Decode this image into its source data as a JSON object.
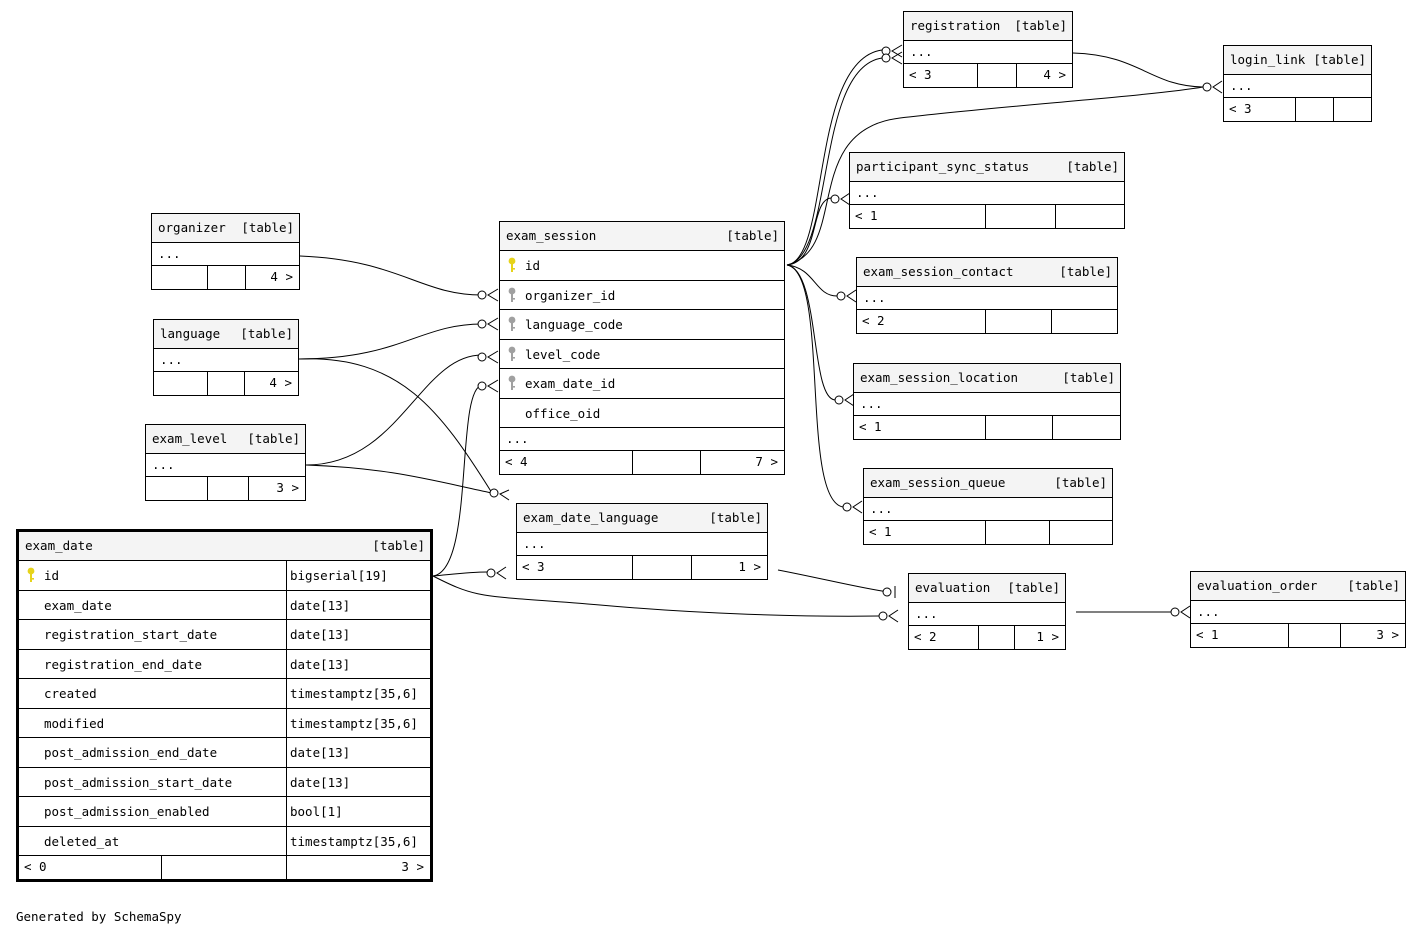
{
  "diagram": {
    "footer": "Generated by SchemaSpy",
    "kind_label": "[table]",
    "ellipsis": "...",
    "main_table": {
      "name": "exam_date",
      "columns": [
        {
          "name": "id",
          "type": "bigserial[19]",
          "pk": true
        },
        {
          "name": "exam_date",
          "type": "date[13]"
        },
        {
          "name": "registration_start_date",
          "type": "date[13]"
        },
        {
          "name": "registration_end_date",
          "type": "date[13]"
        },
        {
          "name": "created",
          "type": "timestamptz[35,6]"
        },
        {
          "name": "modified",
          "type": "timestamptz[35,6]"
        },
        {
          "name": "post_admission_end_date",
          "type": "date[13]"
        },
        {
          "name": "post_admission_start_date",
          "type": "date[13]"
        },
        {
          "name": "post_admission_enabled",
          "type": "bool[1]"
        },
        {
          "name": "deleted_at",
          "type": "timestamptz[35,6]"
        }
      ],
      "parents": "< 0",
      "children": "3 >"
    },
    "exam_session": {
      "name": "exam_session",
      "columns": [
        {
          "name": "id",
          "key": "pk"
        },
        {
          "name": "organizer_id",
          "key": "fk"
        },
        {
          "name": "language_code",
          "key": "fk"
        },
        {
          "name": "level_code",
          "key": "fk"
        },
        {
          "name": "exam_date_id",
          "key": "fk"
        },
        {
          "name": "office_oid",
          "key": ""
        }
      ],
      "parents": "< 4",
      "children": "7 >"
    },
    "tables": [
      {
        "id": "organizer",
        "name": "organizer",
        "parents": "",
        "children": "4 >"
      },
      {
        "id": "language",
        "name": "language",
        "parents": "",
        "children": "4 >"
      },
      {
        "id": "exam_level",
        "name": "exam_level",
        "parents": "",
        "children": "3 >"
      },
      {
        "id": "exam_date_language",
        "name": "exam_date_language",
        "parents": "< 3",
        "children": "1 >"
      },
      {
        "id": "registration",
        "name": "registration",
        "parents": "< 3",
        "children": "4 >"
      },
      {
        "id": "login_link",
        "name": "login_link",
        "parents": "< 3",
        "children": ""
      },
      {
        "id": "participant_sync_status",
        "name": "participant_sync_status",
        "parents": "< 1",
        "children": ""
      },
      {
        "id": "exam_session_contact",
        "name": "exam_session_contact",
        "parents": "< 2",
        "children": ""
      },
      {
        "id": "exam_session_location",
        "name": "exam_session_location",
        "parents": "< 1",
        "children": ""
      },
      {
        "id": "exam_session_queue",
        "name": "exam_session_queue",
        "parents": "< 1",
        "children": ""
      },
      {
        "id": "evaluation",
        "name": "evaluation",
        "parents": "< 2",
        "children": "1 >"
      },
      {
        "id": "evaluation_order",
        "name": "evaluation_order",
        "parents": "< 1",
        "children": "3 >"
      }
    ],
    "colors": {
      "pk_key": "#e6d31a",
      "fk_key": "#a0a0a0",
      "header_bg": "#f4f4f4",
      "line": "#000000"
    }
  }
}
